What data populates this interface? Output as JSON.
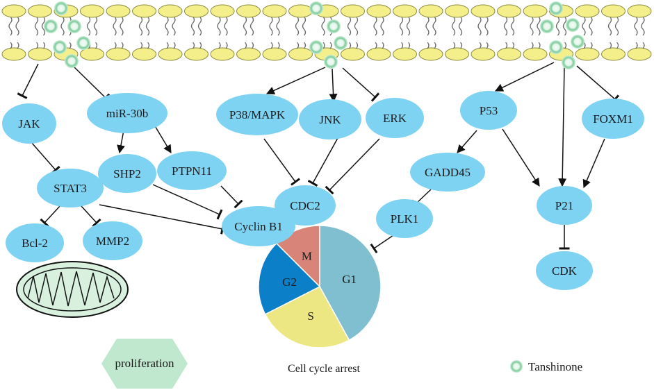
{
  "colors": {
    "node": "#7fd3f2",
    "membrane_head": "#f4ef8a",
    "membrane_head_stroke": "#8a8a40",
    "tanshinone_ring": "#7ccb9b",
    "tanshinone_core": "#e8f7ee",
    "proliferation": "#bfe8cf",
    "mito_fill": "#d8f1df",
    "phase_G1": "#7fbfcf",
    "phase_S": "#ece783",
    "phase_G2": "#0b7fc7",
    "phase_M": "#d98478",
    "edge": "#111111"
  },
  "nodes": {
    "jak": "JAK",
    "mir30b": "miR-30b",
    "stat3": "STAT3",
    "shp2": "SHP2",
    "ptpn11": "PTPN11",
    "bcl2": "Bcl-2",
    "mmp2": "MMP2",
    "p38mapk": "P38/MAPK",
    "jnk": "JNK",
    "erk": "ERK",
    "cdc2": "CDC2",
    "cyclinb1": "Cyclin B1",
    "p53": "P53",
    "foxm1": "FOXM1",
    "gadd45": "GADD45",
    "plk1": "PLK1",
    "p21": "P21",
    "cdk": "CDK"
  },
  "cell_cycle": {
    "phases": [
      {
        "name": "M",
        "share": 0.125
      },
      {
        "name": "G1",
        "share": 0.42
      },
      {
        "name": "S",
        "share": 0.255
      },
      {
        "name": "G2",
        "share": 0.2
      }
    ],
    "caption": "Cell cycle arrest"
  },
  "proliferation_label": "proliferation",
  "legend": {
    "label": "Tanshinone"
  }
}
